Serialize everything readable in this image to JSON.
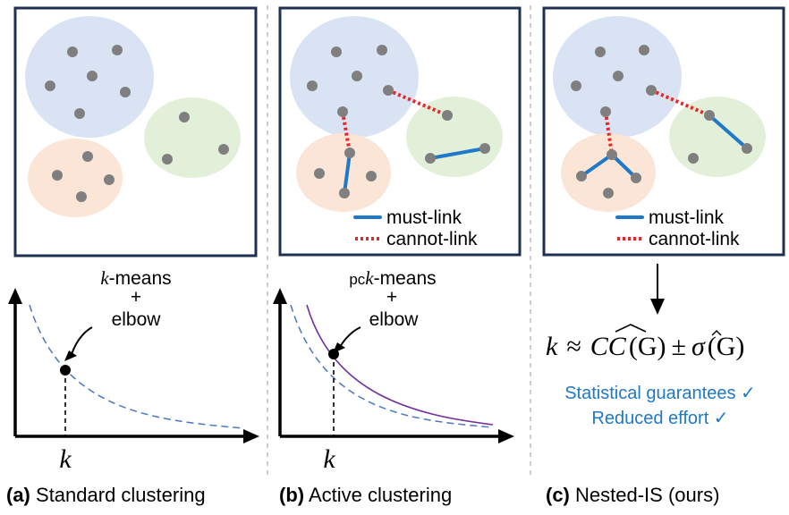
{
  "panels": [
    {
      "id": "a",
      "caption_prefix": "(a)",
      "caption_text": "Standard clustering",
      "method_k": "k",
      "method_suffix": "-means",
      "plus": "+",
      "elbow": "elbow",
      "k_label": "k"
    },
    {
      "id": "b",
      "caption_prefix": "(b)",
      "caption_text": "Active clustering",
      "method_prefix": "pc",
      "method_k": "k",
      "method_suffix": "-means",
      "plus": "+",
      "elbow": "elbow",
      "k_label": "k",
      "legend_must": "must-link",
      "legend_cannot": "cannot-link"
    },
    {
      "id": "c",
      "caption_prefix": "(c)",
      "caption_text": "Nested-IS (ours)",
      "legend_must": "must-link",
      "legend_cannot": "cannot-link",
      "formula": {
        "k": "k",
        "approx": "≈",
        "cc": "CC",
        "arg1": "(G)",
        "pm": "±",
        "sigma": "σ",
        "arg2": "(G)"
      },
      "guarantee_1": "Statistical guarantees ✓",
      "guarantee_2": "Reduced effort ✓"
    }
  ],
  "colors": {
    "cluster_blue": "#dae3f3",
    "cluster_orange": "#fbe5d6",
    "cluster_green": "#e2f0d9",
    "point": "#7f7f7f",
    "must_link": "#1f78c8",
    "cannot_link": "#e8262a",
    "frame": "#1f3050",
    "accent_text": "#1f78c8"
  }
}
